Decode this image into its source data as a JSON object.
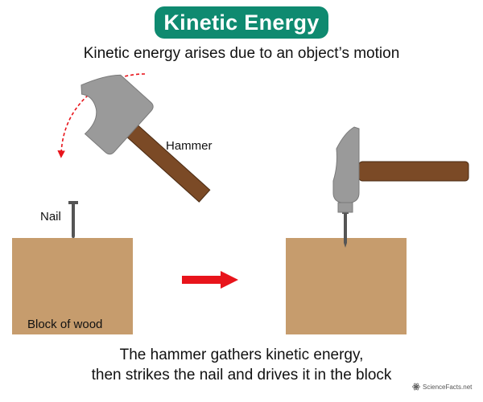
{
  "title": "Kinetic Energy",
  "subtitle": "Kinetic energy arises due to an object’s motion",
  "labels": {
    "hammer": "Hammer",
    "nail": "Nail",
    "block": "Block of wood"
  },
  "caption": {
    "line1": "The hammer gathers kinetic energy,",
    "line2": "then strikes the nail and drives it in the block"
  },
  "logo_text": "ScienceFacts.net",
  "colors": {
    "title_bg": "#0f8a70",
    "wood": "#c69c6d",
    "handle": "#7b4a26",
    "metal": "#9a9a9a",
    "arrow": "#e8141b"
  }
}
